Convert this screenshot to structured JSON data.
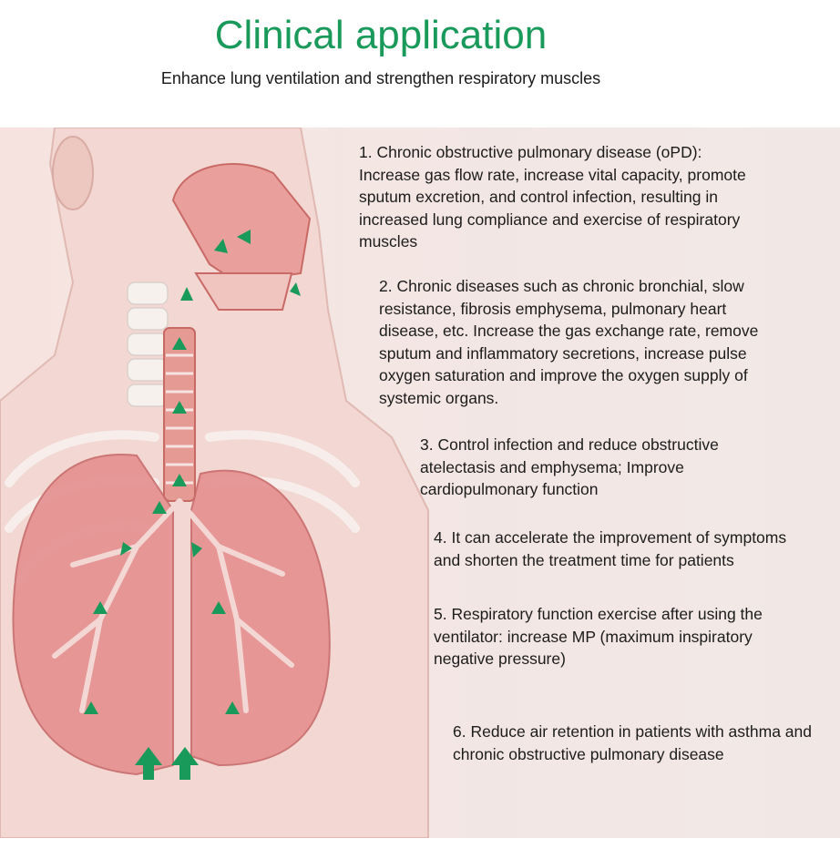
{
  "header": {
    "title": "Clinical application",
    "subtitle": "Enhance lung ventilation and strengthen respiratory muscles"
  },
  "illustration": {
    "subject": "respiratory-system",
    "arrow_color": "#1a9a5a",
    "lung_color": "#e58f8f",
    "skin_color": "#f2d7d2"
  },
  "points": [
    {
      "text": "1. Chronic obstructive pulmonary disease (oPD): Increase gas flow rate, increase vital capacity, promote sputum excretion, and control infection, resulting in increased lung compliance and exercise of respiratory muscles"
    },
    {
      "text": "2. Chronic diseases such as chronic bronchial, slow resistance, fibrosis emphysema, pulmonary heart disease, etc. Increase the gas exchange rate, remove sputum and inflammatory secretions, increase pulse oxygen saturation and improve the oxygen supply of systemic organs."
    },
    {
      "text": "3. Control infection and reduce obstructive atelectasis and emphysema; Improve cardiopulmonary function"
    },
    {
      "text": "4. It can accelerate the improvement of symptoms and shorten the treatment time for patients"
    },
    {
      "text": "5. Respiratory function exercise after using the ventilator: increase MP (maximum inspiratory negative pressure)"
    },
    {
      "text": "6. Reduce air retention in patients with asthma and chronic obstructive pulmonary disease"
    }
  ]
}
